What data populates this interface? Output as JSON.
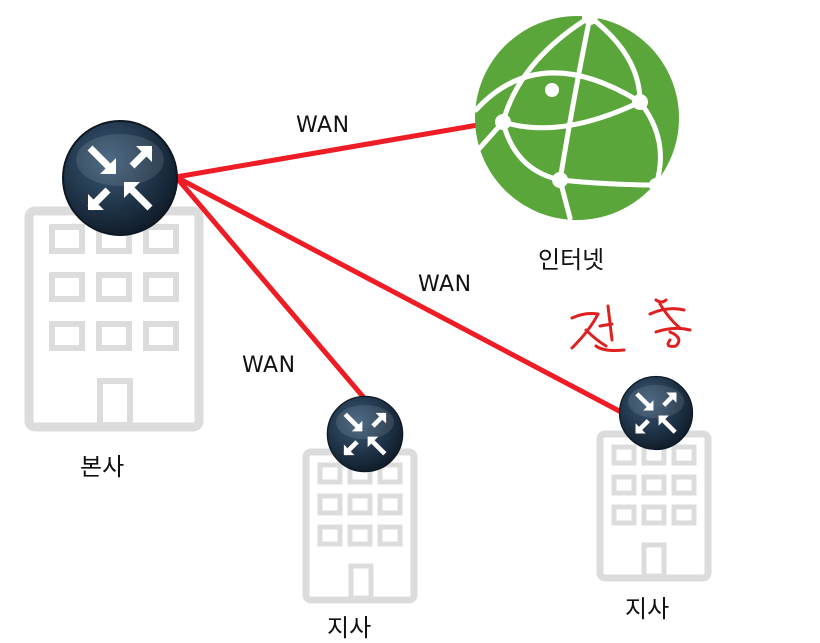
{
  "diagram": {
    "links": [
      {
        "from": "router-hq",
        "to": "internet-globe",
        "label": "WAN"
      },
      {
        "from": "router-hq",
        "to": "router-branch-2",
        "label": "WAN"
      },
      {
        "from": "router-hq",
        "to": "router-branch-1",
        "label": "WAN"
      }
    ],
    "nodes": {
      "hq": {
        "label": "본사"
      },
      "branch_1": {
        "label": "지사"
      },
      "branch_2": {
        "label": "지사"
      },
      "internet": {
        "label": "인터넷"
      }
    },
    "annotation": {
      "text": "전용",
      "style": "handwritten",
      "color": "#e02020"
    },
    "colors": {
      "link": "#ee1c25",
      "globe": "#5aa63a",
      "router": "#1f3347",
      "building": "#dcdcdc"
    }
  }
}
